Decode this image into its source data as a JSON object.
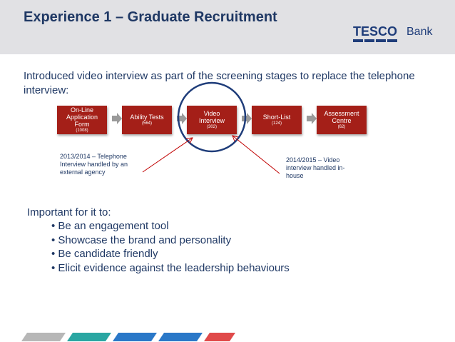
{
  "slide": {
    "title": "Experience 1 – Graduate Recruitment",
    "logo": {
      "brand": "TESCO",
      "suffix": "Bank"
    },
    "intro": "Introduced video interview as part of the screening stages to replace the telephone interview:",
    "steps": [
      {
        "label": "On-Line Application Form",
        "count": "(1008)"
      },
      {
        "label": "Ability Tests",
        "count": "(564)"
      },
      {
        "label": "Video Interview",
        "count": "(302)"
      },
      {
        "label": "Short-List",
        "count": "(124)"
      },
      {
        "label": "Assessment Centre",
        "count": "(62)"
      }
    ],
    "note_left": "2013/2014 – Telephone Interview handled by an external agency",
    "note_right": "2014/2015 – Video interview handled in-house",
    "important_heading": "Important for it to:",
    "bullets": [
      "Be an engagement tool",
      "Showcase the brand and personality",
      "Be candidate friendly",
      "Elicit evidence against the leadership behaviours"
    ]
  },
  "colors": {
    "title": "#1f3864",
    "step_fill": "#a41f18",
    "arrow": "#9a9a9a",
    "callout": "#c00000",
    "circle": "#1f3d7a",
    "stripe_grey": "#b7b7b7",
    "stripe_teal": "#2aa6a2",
    "stripe_blue": "#2a78c8",
    "stripe_red": "#e04a4a"
  }
}
